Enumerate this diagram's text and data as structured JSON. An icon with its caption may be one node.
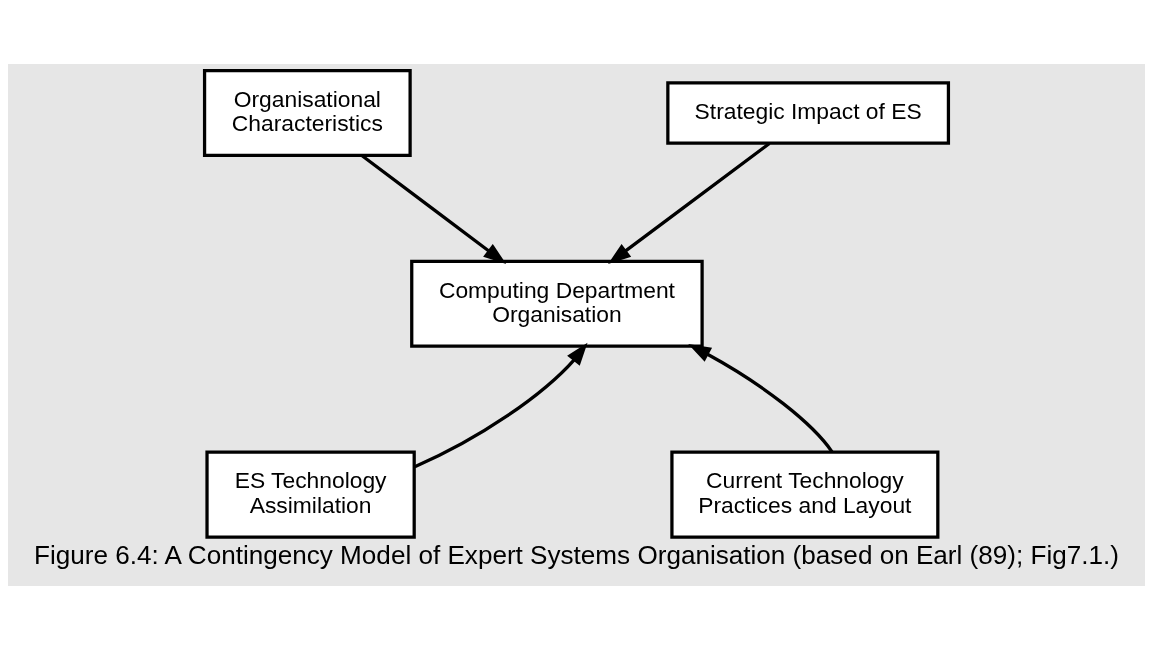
{
  "diagram": {
    "caption": "Figure 6.4: A Contingency Model of Expert Systems Organisation (based on Earl (89); Fig7.1.)",
    "nodes": [
      {
        "text": [
          "Organisational Characteristics"
        ]
      },
      {
        "text": [
          "Strategic Impact of ES"
        ]
      },
      {
        "text": [
          "Computing Department Organisation"
        ]
      },
      {
        "text": [
          "ES Technology Assimilation"
        ]
      },
      {
        "text": [
          "Current Technology Practices and Layout"
        ]
      }
    ],
    "edges": [
      {
        "from": 0,
        "to": 2,
        "arrow": "to"
      },
      {
        "from": 1,
        "to": 2,
        "arrow": "to"
      },
      {
        "from": 3,
        "to": 2,
        "arrow": "to"
      },
      {
        "from": 4,
        "to": 2,
        "arrow": "to"
      }
    ]
  }
}
